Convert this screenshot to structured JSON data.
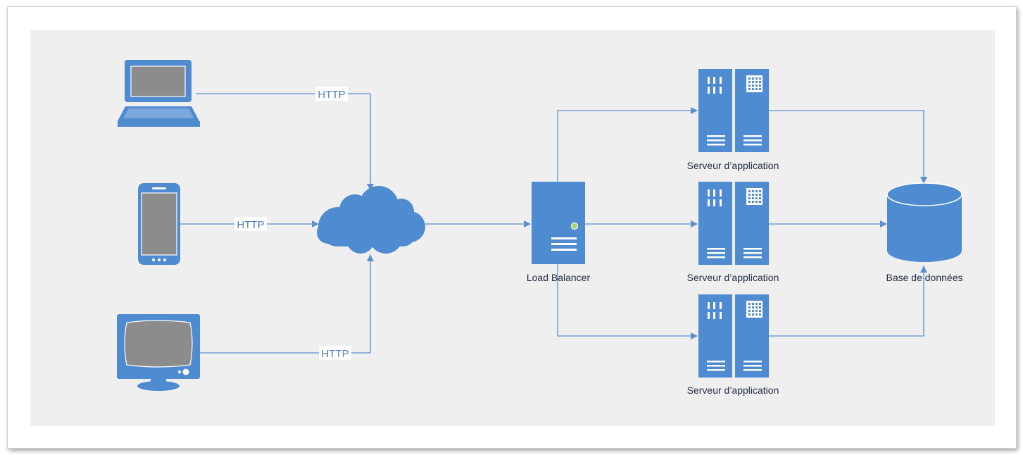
{
  "colors": {
    "accent": "#4e8bd0",
    "line": "#5b8fd0",
    "screen": "#8c8c8c",
    "background": "#efefef",
    "led": "#a3d36b"
  },
  "edges": {
    "laptop_label": "HTTP",
    "phone_label": "HTTP",
    "monitor_label": "HTTP"
  },
  "nodes": {
    "load_balancer": "Load Balancer",
    "app_server_1": "Serveur d’application",
    "app_server_2": "Serveur d’application",
    "app_server_3": "Serveur d’application",
    "database": "Base de données"
  },
  "icons": [
    "laptop-icon",
    "smartphone-icon",
    "monitor-icon",
    "cloud-icon",
    "server-icon",
    "app-server-icon",
    "database-icon"
  ]
}
